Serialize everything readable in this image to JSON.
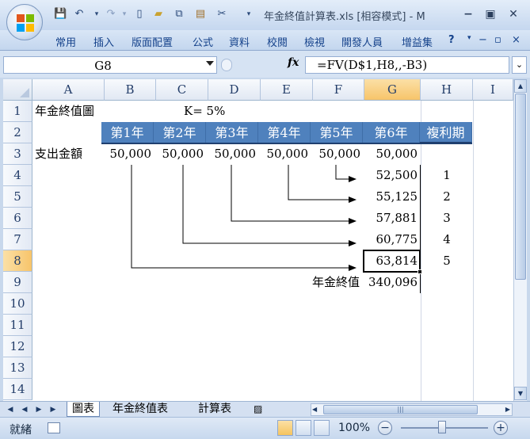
{
  "window": {
    "title": "年金終值計算表.xls  [相容模式] - M",
    "minimize_icon": "minimize-icon",
    "maximize_icon": "restore-icon",
    "close_icon": "close-icon"
  },
  "ribbon": {
    "tabs": [
      "常用",
      "插入",
      "版面配置",
      "公式",
      "資料",
      "校閱",
      "檢視",
      "開發人員",
      "增益集"
    ],
    "help_icon": "help-icon"
  },
  "formula_bar": {
    "name_box": "G8",
    "fx_label": "fx",
    "formula": "=FV(D$1,H8,,-B3)"
  },
  "columns": [
    "A",
    "B",
    "C",
    "D",
    "E",
    "F",
    "G",
    "H",
    "I"
  ],
  "rows": [
    "1",
    "2",
    "3",
    "4",
    "5",
    "6",
    "7",
    "8",
    "9",
    "10",
    "11",
    "12",
    "13",
    "14"
  ],
  "selected_cell": {
    "column": "G",
    "row": "8"
  },
  "cells": {
    "A1": "年金終值圖",
    "D1": "K=  5%",
    "A3": "支出金額",
    "header_row": [
      "第1年",
      "第2年",
      "第3年",
      "第4年",
      "第5年",
      "第6年",
      "複利期"
    ],
    "payments_row": [
      "50,000",
      "50,000",
      "50,000",
      "50,000",
      "50,000",
      "50,000"
    ],
    "G4": "52,500",
    "H4": "1",
    "G5": "55,125",
    "H5": "2",
    "G6": "57,881",
    "H6": "3",
    "G7": "60,775",
    "H7": "4",
    "G8": "63,814",
    "H8": "5",
    "F9": "年金終值",
    "G9": "340,096"
  },
  "sheet_tabs": [
    "圖表",
    "年金終值表",
    "計算表"
  ],
  "active_sheet": "圖表",
  "status_bar": {
    "ready": "就緒",
    "zoom": "100%",
    "zoom_minus": "−",
    "zoom_plus": "+"
  },
  "colors": {
    "header_fill": "#4f81bd",
    "selected_header": "#f7c46a",
    "ribbon_text": "#15428b"
  }
}
